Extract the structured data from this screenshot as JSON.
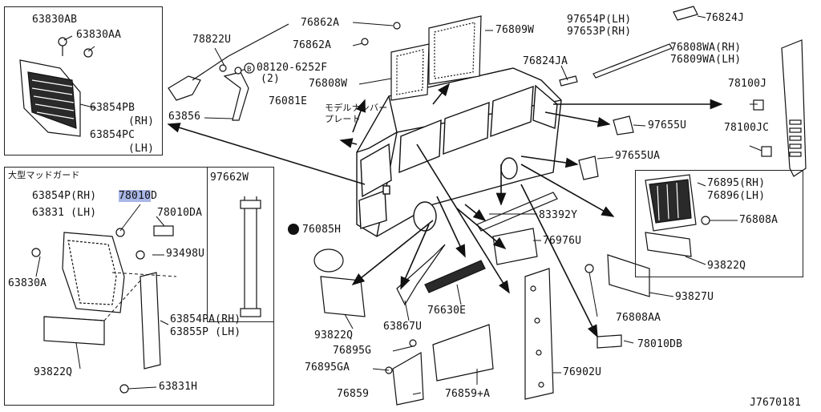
{
  "labels": {
    "p63830ab": "63830AB",
    "p63830aa": "63830AA",
    "p63854pb": "63854PB",
    "rh1": "(RH)",
    "p63854pc": "63854PC",
    "lh1": "(LH)",
    "p78822u": "78822U",
    "p08120": "08120-6252F",
    "qty2": "(2)",
    "p63856": "63856",
    "p76862a_1": "76862A",
    "p76862a_2": "76862A",
    "p76809w": "76809W",
    "p76808w": "76808W",
    "p76081e": "76081E",
    "jp_plate": "モデルナンバー\nプレート",
    "p97654p": "97654P(LH)",
    "p97653p": "97653P(RH)",
    "p76824j": "76824J",
    "p76824ja": "76824JA",
    "p76808wa": "76808WA(RH)",
    "p76809wa": "76809WA(LH)",
    "p78100j": "78100J",
    "p97655u": "97655U",
    "p78100jc": "78100JC",
    "p97655ua": "97655UA",
    "jp_guard": "大型マッドガード",
    "p63854p": "63854P(RH)",
    "p63831": "63831  (LH)",
    "p78010d_hl": "78010",
    "p78010d_tail": "D",
    "p78010da": "78010DA",
    "p97662w": "97662W",
    "p76085h": "76085H",
    "p83392y": "83392Y",
    "p76895": "76895(RH)",
    "p76896": "76896(LH)",
    "p76808a": "76808A",
    "p93498u": "93498U",
    "p76976u": "76976U",
    "p63830a": "63830A",
    "p93822q_r": "93822Q",
    "p93827u": "93827U",
    "p76808aa": "76808AA",
    "p63854pa": "63854PA(RH)",
    "p63855p": "63855P  (LH)",
    "p93822q_m": "93822Q",
    "p63867u": "63867U",
    "p76630e": "76630E",
    "p78010db": "78010DB",
    "p76895g": "76895G",
    "p76895ga": "76895GA",
    "p93822q_l": "93822Q",
    "p76902u": "76902U",
    "p63831h": "63831H",
    "p76859": "76859",
    "p76859a": "76859+A",
    "diagram_id": "J7670181",
    "bolt_b": "B"
  },
  "colors": {
    "line": "#1a1a1a",
    "highlight": "#a9b6e6",
    "fill_light": "#f4f4f4",
    "fill_dark": "#2a2a2a"
  }
}
